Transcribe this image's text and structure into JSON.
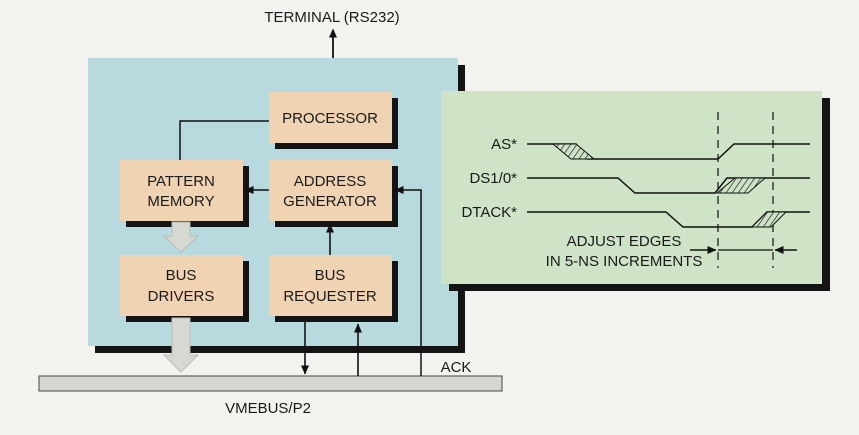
{
  "terminal_label": "TERMINAL (RS232)",
  "blocks": {
    "processor": "PROCESSOR",
    "pattern_memory": [
      "PATTERN",
      "MEMORY"
    ],
    "address_generator": [
      "ADDRESS",
      "GENERATOR"
    ],
    "bus_drivers": [
      "BUS",
      "DRIVERS"
    ],
    "bus_requester": [
      "BUS",
      "REQUESTER"
    ]
  },
  "bus_label": "VMEBUS/P2",
  "ack_label": "ACK",
  "timing": {
    "signals": [
      "AS*",
      "DS1/0*",
      "DTACK*"
    ],
    "note": [
      "ADJUST EDGES",
      "IN 5-NS INCREMENTS"
    ]
  },
  "colors": {
    "background": "#f3f2ef",
    "board_fill": "#b8d9de",
    "block_fill": "#f0d3b3",
    "timing_panel_fill": "#cfe3c7",
    "bus_fill": "#d6d8d0",
    "shadow": "#141414"
  }
}
